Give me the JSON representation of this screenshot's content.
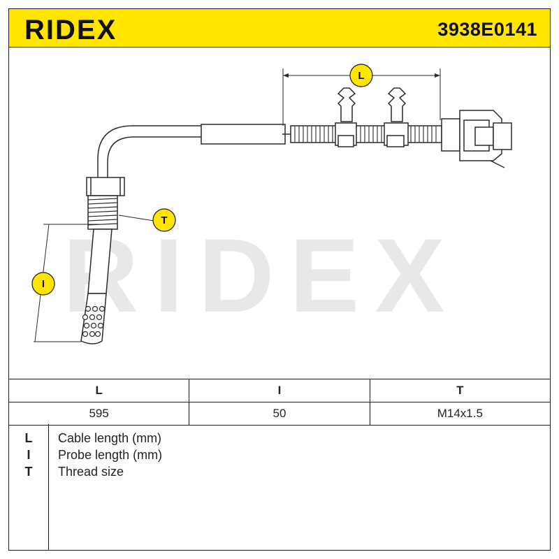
{
  "header": {
    "brand": "RIDEX",
    "part_number": "3938E0141",
    "accent_color": "#ffe500"
  },
  "drawing": {
    "watermark": "RIDEX",
    "labels": {
      "L": "L",
      "I": "I",
      "T": "T"
    }
  },
  "table": {
    "headers": [
      "L",
      "I",
      "T"
    ],
    "values": [
      "595",
      "50",
      "M14x1.5"
    ]
  },
  "legend": [
    {
      "key": "L",
      "text": "Cable length (mm)"
    },
    {
      "key": "I",
      "text": "Probe length (mm)"
    },
    {
      "key": "T",
      "text": "Thread size"
    }
  ]
}
